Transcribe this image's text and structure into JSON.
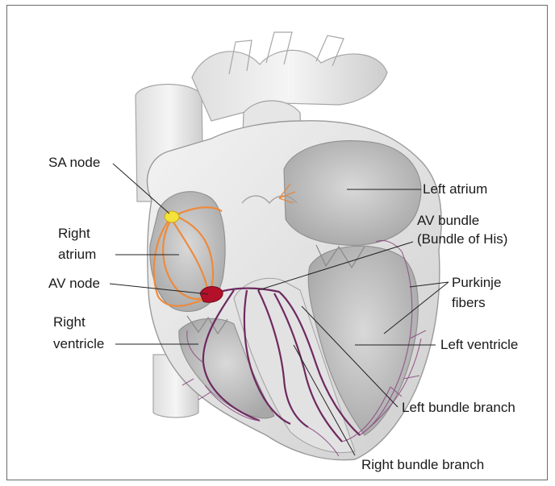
{
  "labels": {
    "sa_node": "SA node",
    "right_atrium_1": "Right",
    "right_atrium_2": "atrium",
    "av_node": "AV node",
    "right_ventricle_1": "Right",
    "right_ventricle_2": "ventricle",
    "left_atrium": "Left atrium",
    "av_bundle_1": "AV bundle",
    "av_bundle_2": "(Bundle of His)",
    "purkinje_1": "Purkinje",
    "purkinje_2": "fibers",
    "left_ventricle": "Left ventricle",
    "left_bundle_branch": "Left bundle branch",
    "right_bundle_branch": "Right bundle branch"
  },
  "colors": {
    "tissue_light": "#ececec",
    "tissue_mid": "#d4d4d4",
    "tissue_dark": "#a9a9a9",
    "chamber": "#bdbdbd",
    "outline": "#9a9a9a",
    "sa_node": "#f4e13a",
    "av_node": "#b3102a",
    "atrial_pathway": "#ee8a3c",
    "bundle": "#6e2a60",
    "leader": "#222222"
  }
}
